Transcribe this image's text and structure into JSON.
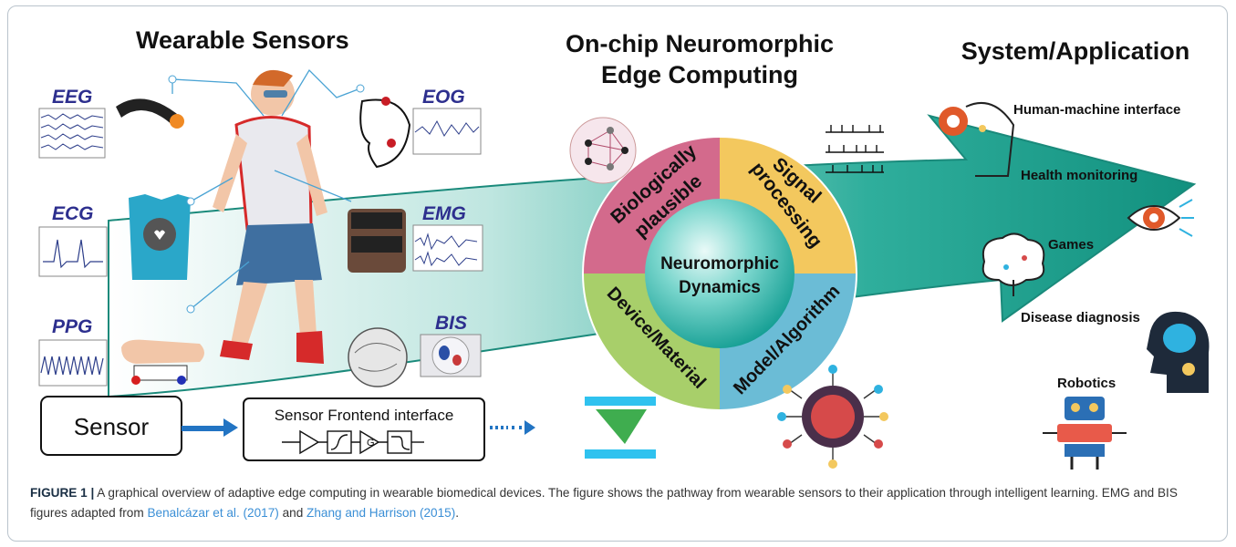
{
  "headers": {
    "wearable": "Wearable Sensors",
    "neuro_line1": "On-chip Neuromorphic",
    "neuro_line2": "Edge Computing",
    "system": "System/Application"
  },
  "signals": [
    "EEG",
    "EOG",
    "ECG",
    "EMG",
    "PPG",
    "BIS"
  ],
  "frontend": {
    "sensor": "Sensor",
    "interface": "Sensor Frontend interface",
    "gain_symbol": "G"
  },
  "ring": {
    "bio_line1": "Biologically",
    "bio_line2": "plausible",
    "sig_line1": "Signal",
    "sig_line2": "processing",
    "device": "Device/Material",
    "model": "Model/Algorithm",
    "center_line1": "Neuromorphic",
    "center_line2": "Dynamics"
  },
  "applications": [
    "Human-machine interface",
    "Health monitoring",
    "Games",
    "Disease diagnosis",
    "Robotics"
  ],
  "colors": {
    "arrow": "#1f9f8d",
    "signal_text": "#2d2f8e",
    "ring_pink": "#d36a8c",
    "ring_yellow": "#f3c85e",
    "ring_green": "#a8cf6a",
    "ring_blue": "#6bbcd6",
    "center": "#25b3a9",
    "caption_ref": "#3b8fd6"
  },
  "caption": {
    "label": "FIGURE 1 |",
    "text_1": " A graphical overview of adaptive edge computing in wearable biomedical devices. The figure shows the pathway from wearable sensors to their application through intelligent learning. EMG and BIS figures adapted from ",
    "ref1": "Benalcázar et al. (2017)",
    "text_2": " and ",
    "ref2": "Zhang and Harrison (2015)",
    "text_3": "."
  }
}
